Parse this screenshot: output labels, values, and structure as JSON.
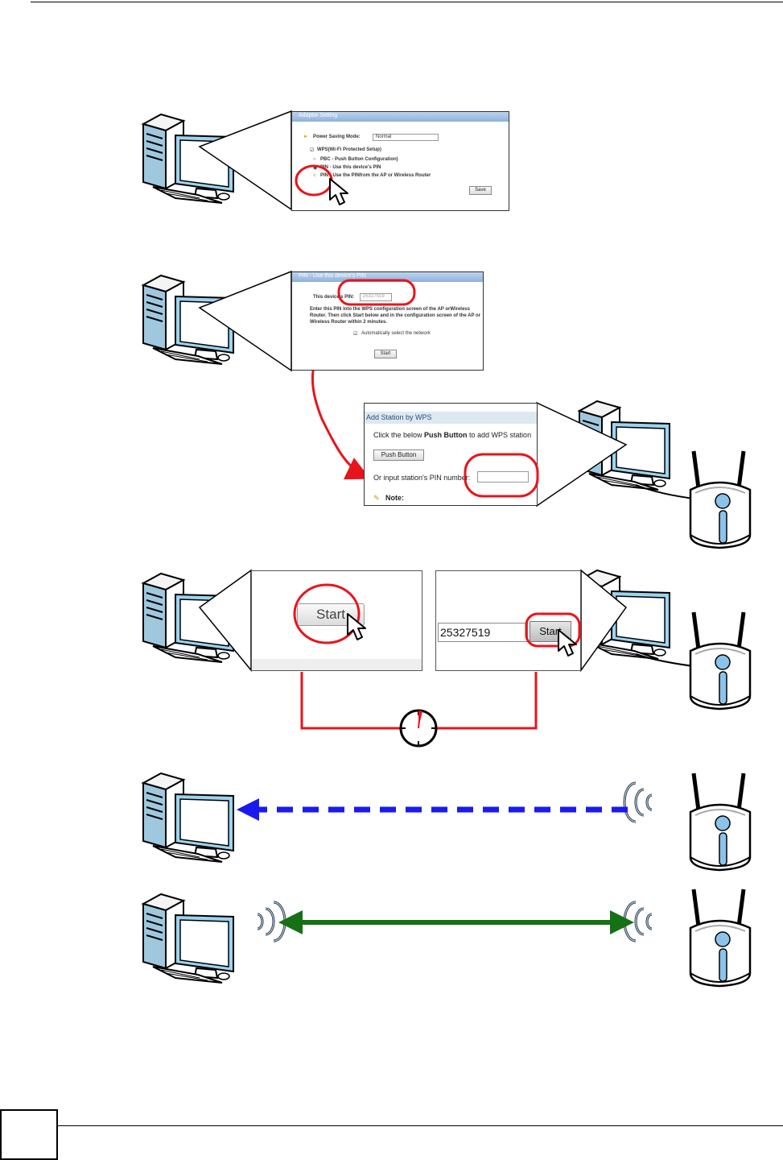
{
  "adapter_setting": {
    "title": "Adaptor Setting",
    "power_label": "Power Saving Mode:",
    "power_value": "Normal",
    "wps_label": "WPS(Wi-Fi Protected Setup)",
    "opt_pbc": "PBC - Push Button Configuration)",
    "opt_pin_device": "PIN - Use this device's PIN",
    "opt_pin_ap": "PIN - Use the PINfrom the AP or Wireless Router",
    "save_label": "Save"
  },
  "pin_dialog": {
    "title": "PIN - Use this device's PIN",
    "pin_label": "This device's PIN:",
    "pin_value": "25327519",
    "instructions": [
      "Enter this PIN into the WPS configuration screen of the AP orWireless",
      "Router. Then click Start below and in the configuration screen of the AP or",
      "Wireless Router within 2 minutes."
    ],
    "auto_select": "Automatically select the network",
    "start_label": "Start"
  },
  "add_station": {
    "title": "Add Station by WPS",
    "instr_pre": "Click the below ",
    "instr_bold": "Push Button",
    "instr_post": " to add WPS station",
    "push_button_label": "Push Button",
    "pin_prompt": "Or input station's PIN number:",
    "note_label": "Note:"
  },
  "start_zoom": {
    "start_label": "Start"
  },
  "router_start": {
    "pin_value": "25327519",
    "start_label": "Start"
  },
  "colors": {
    "highlight": "#e8141c",
    "probe_arrow": "#1a1aee",
    "connect_arrow": "#167016",
    "monitor_blue": "#9ed3ee"
  },
  "icons": [
    "computer-icon",
    "router-icon",
    "cursor-icon",
    "timer-icon",
    "wireless-signal-icon",
    "note-icon"
  ]
}
